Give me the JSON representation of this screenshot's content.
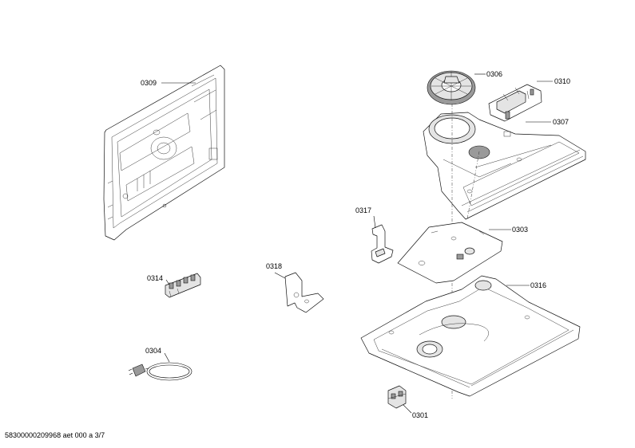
{
  "diagram": {
    "parts": [
      {
        "key": "p0309",
        "number": "0309"
      },
      {
        "key": "p0306",
        "number": "0306"
      },
      {
        "key": "p0310",
        "number": "0310"
      },
      {
        "key": "p0307",
        "number": "0307"
      },
      {
        "key": "p0317",
        "number": "0317"
      },
      {
        "key": "p0303",
        "number": "0303"
      },
      {
        "key": "p0314",
        "number": "0314"
      },
      {
        "key": "p0318",
        "number": "0318"
      },
      {
        "key": "p0316",
        "number": "0316"
      },
      {
        "key": "p0304",
        "number": "0304"
      },
      {
        "key": "p0301",
        "number": "0301"
      }
    ]
  },
  "footer": {
    "doc_id": "58300000209968 aet 000 a 3/7"
  }
}
